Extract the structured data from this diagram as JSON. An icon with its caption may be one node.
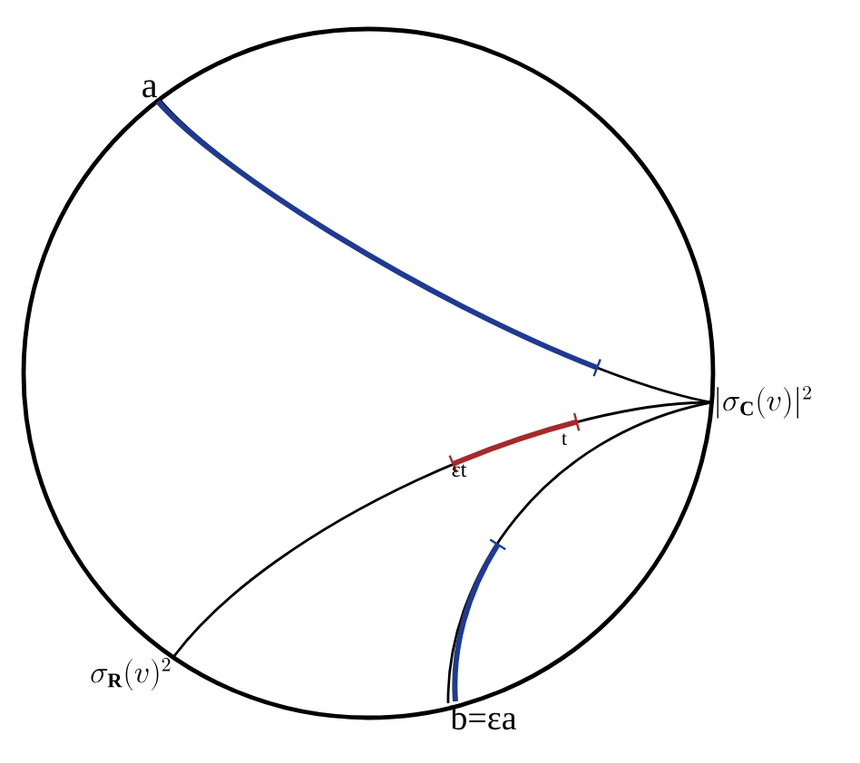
{
  "diagram": {
    "nodes": [
      {
        "text": [
          "a"
        ]
      },
      {
        "text": [
          "|\\sigma_{\\mathbf{C}}(v)|^2"
        ]
      },
      {
        "text": [
          "\\sigma_{\\mathbf{R}}(v)^2"
        ]
      },
      {
        "text": [
          "b=εa"
        ]
      }
    ],
    "edges": [
      {
        "from": 0,
        "to": 1,
        "arrow": "none"
      },
      {
        "from": 2,
        "to": 1,
        "arrow": "none"
      },
      {
        "from": 3,
        "to": 1,
        "arrow": "none"
      }
    ],
    "labels": [
      "εt",
      "t"
    ]
  }
}
